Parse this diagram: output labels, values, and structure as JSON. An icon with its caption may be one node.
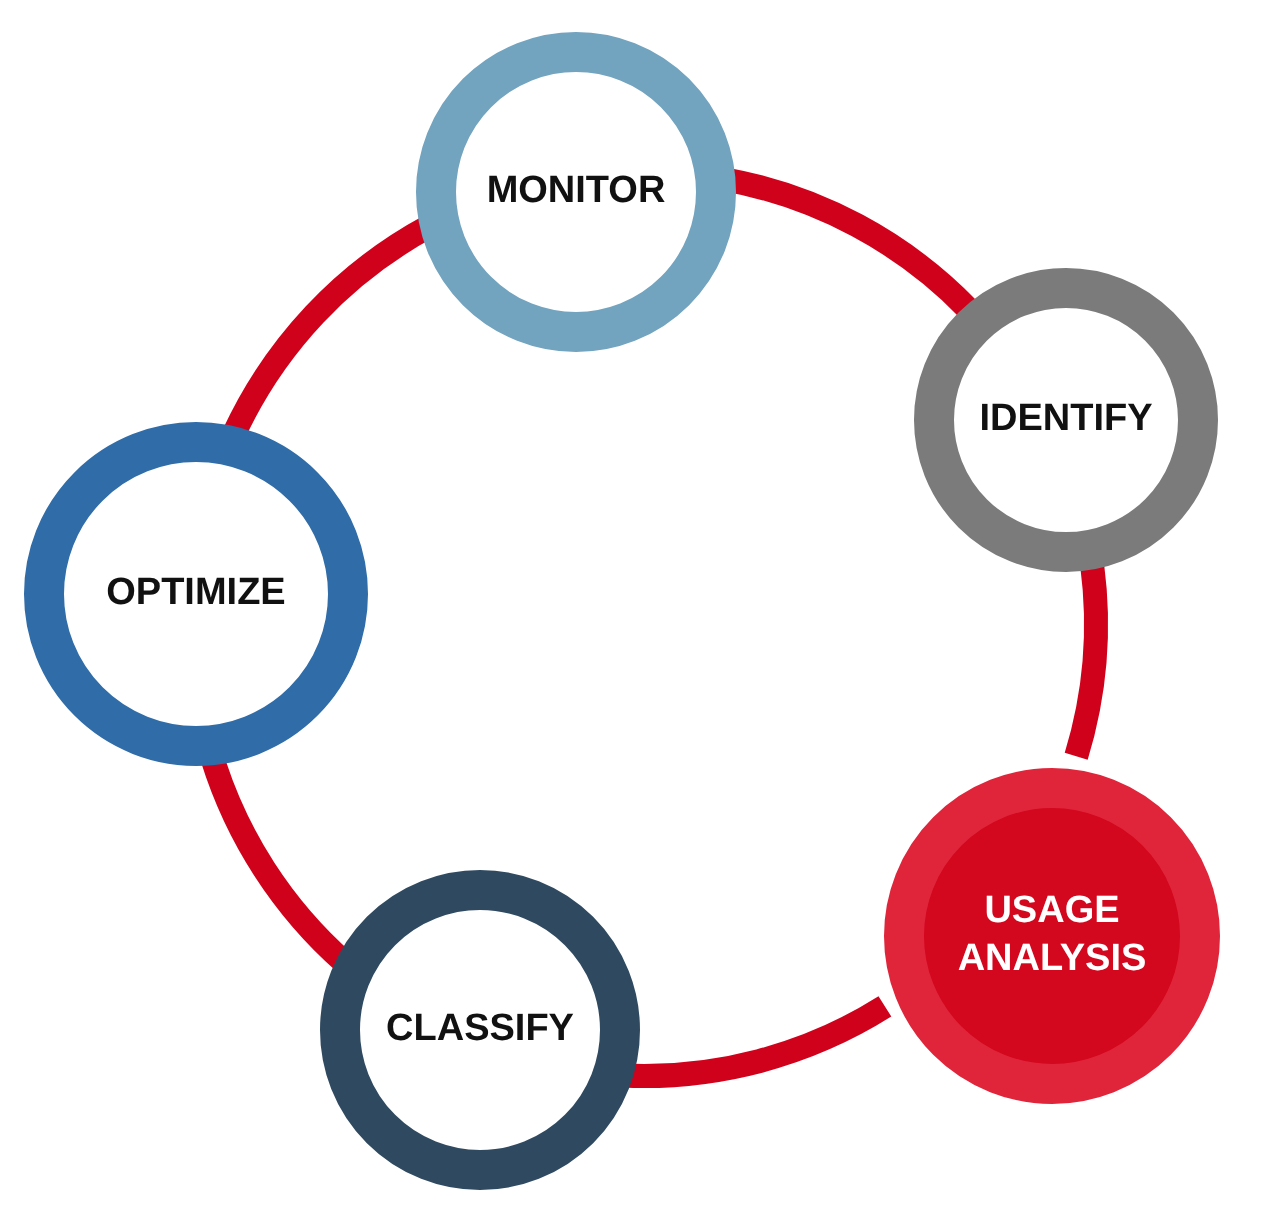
{
  "diagram": {
    "nodes": [
      {
        "text": [
          "MONITOR"
        ]
      },
      {
        "text": [
          "IDENTIFY"
        ]
      },
      {
        "text": [
          "USAGE ANALYSIS"
        ]
      },
      {
        "text": [
          "CLASSIFY"
        ]
      },
      {
        "text": [
          "OPTIMIZE"
        ]
      }
    ],
    "edges": [
      {
        "from": 0,
        "to": 1,
        "arrow": "none"
      },
      {
        "from": 1,
        "to": 2,
        "arrow": "none"
      },
      {
        "from": 2,
        "to": 3,
        "arrow": "none"
      },
      {
        "from": 3,
        "to": 4,
        "arrow": "none"
      },
      {
        "from": 4,
        "to": 0,
        "arrow": "none"
      }
    ]
  }
}
